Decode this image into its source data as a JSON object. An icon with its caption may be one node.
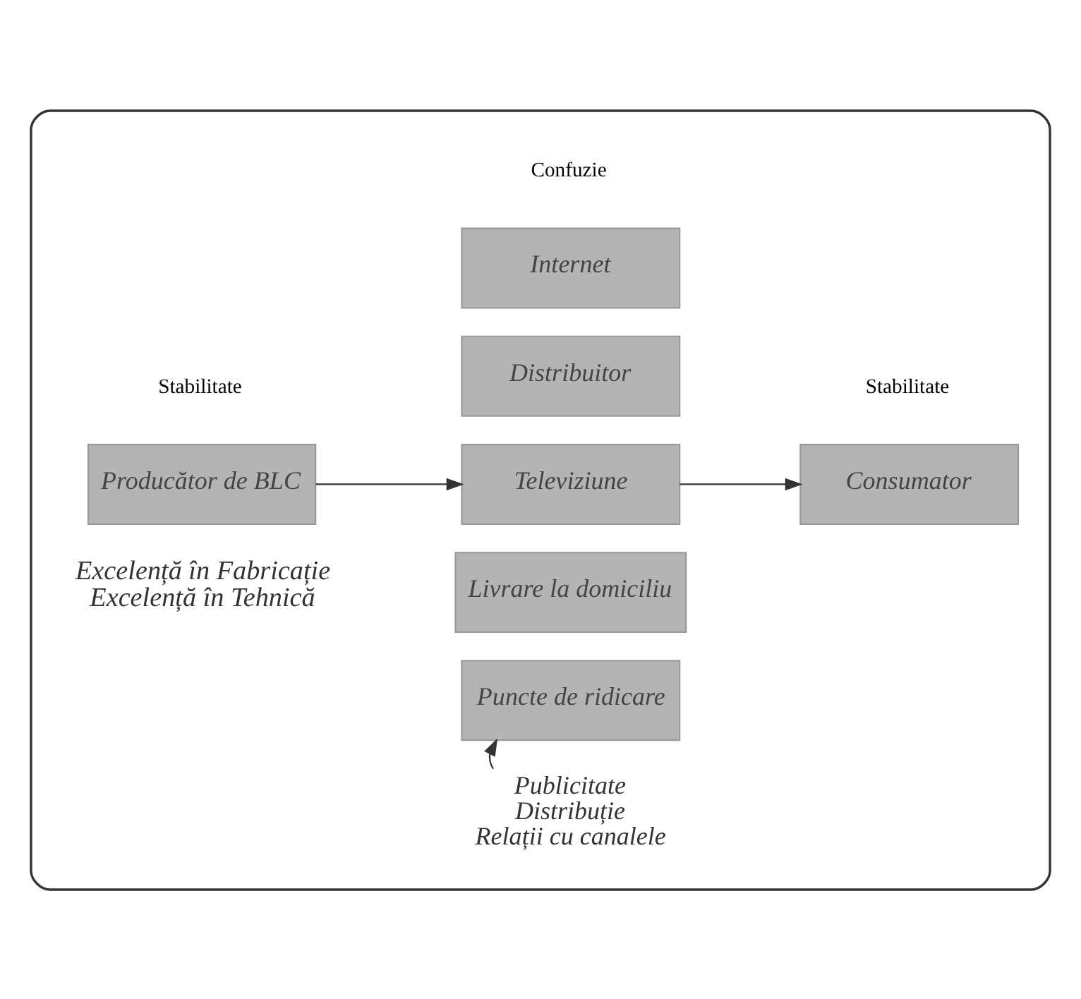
{
  "diagram": {
    "nodes": [
      {
        "text": [],
        "shape": "box"
      },
      {
        "text": [
          "Producător de BLC"
        ],
        "in": 0,
        "beside": [
          "Excelență în Fabricație",
          "Excelență în Tehnică"
        ]
      },
      {
        "text": [
          "Internet"
        ],
        "in": 0
      },
      {
        "text": [
          "Distribuitor"
        ],
        "in": 0
      },
      {
        "text": [
          "Televiziune"
        ],
        "in": 0
      },
      {
        "text": [
          "Livrare la domiciliu"
        ],
        "in": 0
      },
      {
        "text": [
          "Puncte de ridicare"
        ],
        "in": 0
      },
      {
        "text": [
          "Consumator"
        ],
        "in": 0
      },
      {
        "text": [
          "Publicitate",
          "Distribuție",
          "Relații cu canalele"
        ],
        "in": 0
      }
    ],
    "edges": [
      {
        "from": 1,
        "to": 4,
        "arrow": "to"
      },
      {
        "from": 4,
        "to": 7,
        "arrow": "to"
      },
      {
        "from": 8,
        "to": 6,
        "arrow": "to"
      }
    ],
    "labels": [
      "Stabilitate",
      "Confuzie",
      "Stabilitate"
    ]
  }
}
